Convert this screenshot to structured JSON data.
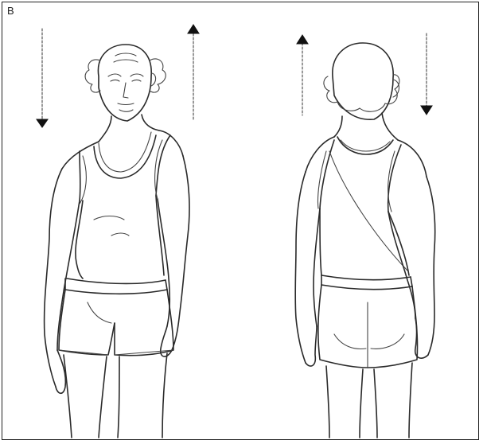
{
  "panel": {
    "label": "B"
  },
  "figures": [
    {
      "name": "front-view",
      "icon": "man-front-view-icon"
    },
    {
      "name": "back-view",
      "icon": "man-back-view-icon"
    }
  ],
  "arrows": [
    {
      "name": "front-right-shoulder-down",
      "direction": "down"
    },
    {
      "name": "front-left-shoulder-up",
      "direction": "up"
    },
    {
      "name": "back-left-shoulder-up",
      "direction": "up"
    },
    {
      "name": "back-right-shoulder-down",
      "direction": "down"
    }
  ],
  "colors": {
    "ink": "#2a2a2a",
    "background": "#ffffff"
  }
}
